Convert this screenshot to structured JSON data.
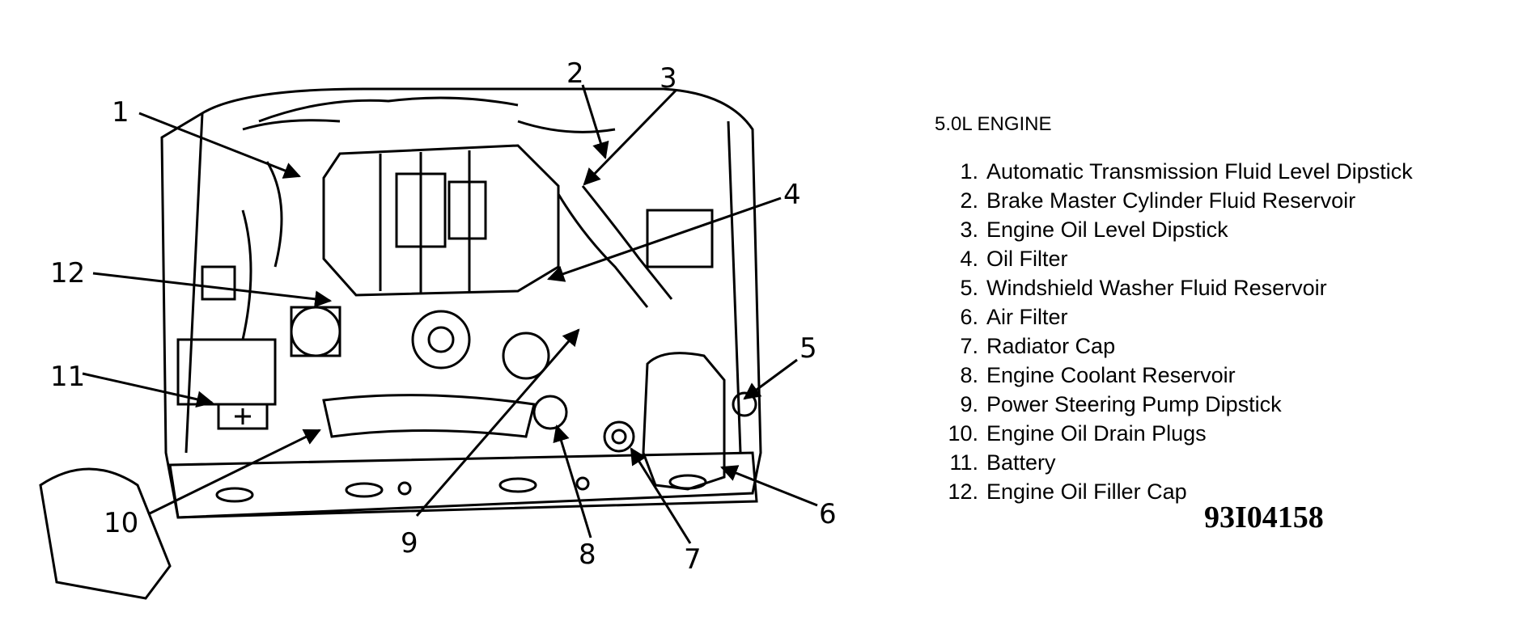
{
  "diagram": {
    "callouts": [
      "1",
      "2",
      "3",
      "4",
      "5",
      "6",
      "7",
      "8",
      "9",
      "10",
      "11",
      "12"
    ]
  },
  "legend": {
    "title": "5.0L ENGINE",
    "items": [
      {
        "num": "1.",
        "label": "Automatic Transmission Fluid Level Dipstick"
      },
      {
        "num": "2.",
        "label": "Brake Master Cylinder Fluid Reservoir"
      },
      {
        "num": "3.",
        "label": "Engine Oil Level Dipstick"
      },
      {
        "num": "4.",
        "label": "Oil Filter"
      },
      {
        "num": "5.",
        "label": "Windshield Washer Fluid Reservoir"
      },
      {
        "num": "6.",
        "label": "Air Filter"
      },
      {
        "num": "7.",
        "label": "Radiator Cap"
      },
      {
        "num": "8.",
        "label": "Engine Coolant Reservoir"
      },
      {
        "num": "9.",
        "label": "Power Steering Pump Dipstick"
      },
      {
        "num": "10.",
        "label": "Engine Oil Drain Plugs"
      },
      {
        "num": "11.",
        "label": "Battery"
      },
      {
        "num": "12.",
        "label": "Engine Oil Filler Cap"
      }
    ]
  },
  "figure_code": "93I04158"
}
